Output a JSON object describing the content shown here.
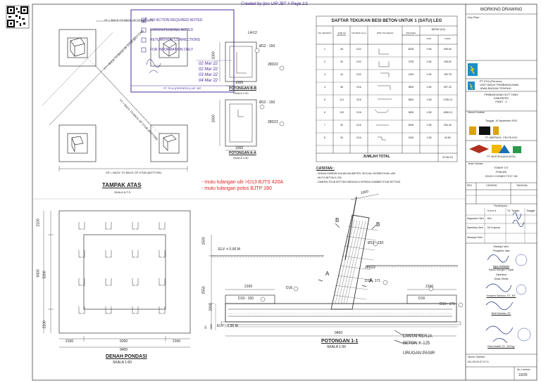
{
  "header_note": "Created by Ijoo UIP JBT # Page 1/1",
  "plan_view": {
    "title": "TAMPAK ATAS",
    "scale": "SKALA  N.T.S",
    "diag_label_top": "YT = BACK TO BACK OF STUB (BOTTOM)",
    "diag_label_mid": "YY = BACK TO BACK OF STUB (BOTTOM)",
    "diag_label_left": "YT = BACK TO BACK OF STUB (TOP)",
    "bottom_label": "XD = BACK TO BACK OF STUB (BOTTOM)",
    "top_label": "XT = BACK TO BACK OF STUB (TOP)"
  },
  "stamp": {
    "items": [
      "NO ACTION REQUIRED NOTED",
      "ERROR/PENDING NOTED",
      "RETURN FOR CORRECTIONS",
      "FOR INFORMATION ONLY"
    ],
    "dates": [
      "02 Mar 22",
      "02 Mar 22",
      "03 Mar 22",
      "04 Mar 22"
    ],
    "footer": "PT. PLN (PERSERO) UIP JBT"
  },
  "section_bb": {
    "title": "POTONGAN B-B",
    "scale": "SKALA 1:40",
    "rebar_top": "Ø12 - 150",
    "rebar_side": "28D22",
    "dim_top": "L4r12",
    "dim_side": "1000",
    "dim_bottom": "1000"
  },
  "section_aa": {
    "title": "POTONGAN A-A",
    "scale": "SKALA 1:40",
    "rebar_top": "Ø12 - 150",
    "rebar_side": "28D22",
    "dim_side": "1000",
    "dim_bottom": "1000"
  },
  "rebar_table": {
    "title": "DAFTAR TEKUKAN BESI BETON UNTUK 1 (SATU) LEG",
    "headers": [
      "NO. BANGKO",
      "JUMLAH BATANG",
      "UKURAN (mm)",
      "TIPE TULANGAN",
      "PANJANG POTONGAN (mm)",
      "UNIT",
      "TOTAL"
    ],
    "group_header": "BERAT (KG)",
    "rows": [
      [
        "1",
        "28",
        "D22",
        "8325",
        "2.98",
        "695.69"
      ],
      [
        "2",
        "30",
        "D22",
        "3790",
        "2.98",
        "338.82"
      ],
      [
        "3",
        "44",
        "D22",
        "1150",
        "2.98",
        "150.78"
      ],
      [
        "4",
        "36",
        "D16",
        "9800",
        "1.58",
        "557.42"
      ],
      [
        "5",
        "114",
        "D16",
        "9800",
        "1.58",
        "1765.19"
      ],
      [
        "6",
        "120",
        "D16",
        "9800",
        "1.58",
        "1858.10"
      ],
      [
        "7",
        "30",
        "D16",
        "6000",
        "1.58",
        "284.40"
      ],
      [
        "8",
        "30",
        "D16",
        "2000",
        "1.58",
        "94.80"
      ]
    ],
    "total_label": "JUMLAH TOTAL",
    "total_value": "5745.20"
  },
  "notes": {
    "title": "CATATAN :",
    "items": [
      "- SEMUA DIMENSI DALAM MILIMETER, KECUALI DISEBUTKAN LAIN",
      "- MUTU BETON K-225",
      "- DIMENSI STUB SETTING MENGACU KEPADA GAMBAR STUB SETTING"
    ]
  },
  "red_notes": [
    "- mutu tulangan ulir >D13 BJTS 420A",
    "- mutu tulangan polos BJTP 280"
  ],
  "foundation_plan": {
    "title": "DENAH PONDASI",
    "scale": "SKALA 1:60",
    "dim_left_top": "2100",
    "dim_left_mid": "5200",
    "dim_left_bot": "2100",
    "dim_left_total": "9400",
    "dim_bot_left": "2100",
    "dim_bot_mid": "5200",
    "dim_bot_right": "2100",
    "dim_bot_total": "9400"
  },
  "section_11": {
    "title": "POTONGAN 1-1",
    "scale": "SKALA 1:50",
    "elv_top": "ELV. ± 0.00 M",
    "elv_bot": "ELV. - 2.55 M",
    "dim_1000": "1000",
    "rebar_d12": "Ø12 - 150",
    "rebar_28d22": "28D22",
    "d19_right": "D19 - 171",
    "d19_left": "D19 - 150",
    "d16_left": "D16",
    "d16_right": "D16",
    "d19_rb": "D19 - 171",
    "dim_2100_l": "2100",
    "dim_2100_r": "2100",
    "dim_9400": "9400",
    "dim_1500": "1500",
    "dim_2550": "2550",
    "dim_2000": "2000",
    "dim_300": "300",
    "dim_50": "50",
    "lantai": "LANTAI KERJA",
    "beton": "BETON K-125",
    "urugan": "URUGAN PASIR",
    "mark_a": "A",
    "mark_b": "B"
  },
  "title_block": {
    "header": "WORKING DRAWING",
    "key_plan": "Key Plan :",
    "owner_line1": "PT PLN (Persero)",
    "owner_line2": "UNIT INDUK PEMBANGUNAN",
    "owner_line3": "JAWA BAGIAN TENGAH",
    "project_lines": [
      "PEMBANGUNAN SUTT 150kV",
      "KABUPATEN",
      "PAKET - 4"
    ],
    "contract": "Nomor Kontrak :",
    "contract_no": "-",
    "contract_date": "Tanggal, 10 September 2020",
    "contractor": "PT. ABIPRAYA - PELITA KSO",
    "consultant": "PT. MUSTIKAJAYA (KSO)",
    "job_name": "Jenis Gambar :",
    "job_lines": [
      "TOWER T.07",
      "PONDASI",
      "SOLID 5 CONNECT EXT. 9M"
    ],
    "rev_cols": [
      "REV",
      "CATATAN",
      "TANGGAL"
    ],
    "approval": "Persetujuan :",
    "name_col": "N a m a",
    "sign_col": "Td. Tangan",
    "date_col": "Tanggal",
    "rows": [
      "Digambar Oleh",
      "Diperiksa Oleh",
      "Disetujui Oleh"
    ],
    "names": [
      "Eko",
      "Eri Kusuma",
      ""
    ],
    "approved_by": "Disetujui oleh,",
    "company1": "Pengelola Jasa",
    "sig1": "Agus Setiawan",
    "sig1_title": "Deputi Manajer Proyek",
    "checked": "Diperiksa",
    "dept": "Dinas Teknik",
    "sig2": "Yohanes Santoso, ST., MT.",
    "sig3": "Budi Santoso, ST.",
    "sig4": "Rina Hartati, ST., M.Eng.",
    "doc_no": "Nomor Gambar :",
    "doc_no_val": "DU-G5-00-07-07-D",
    "sheet_label": "No. Lembar :",
    "sheet_val": "10/25"
  },
  "colors": {
    "stamp": "#4b2e9a",
    "red": "#e02020",
    "line": "#333333"
  }
}
